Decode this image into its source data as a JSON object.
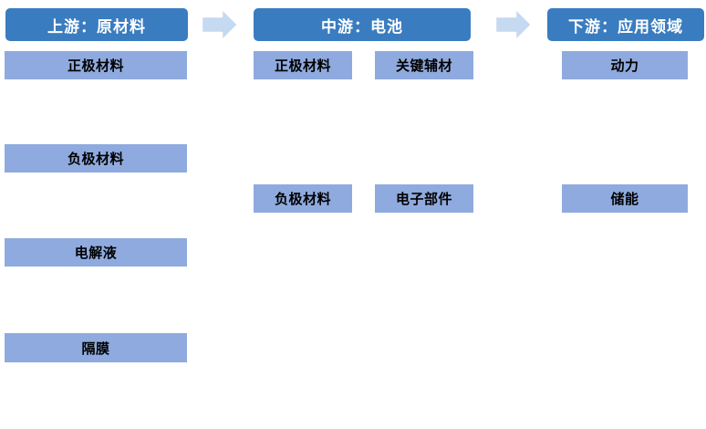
{
  "diagram": {
    "title_text": "",
    "colors": {
      "header_fill": "#3a7cc0",
      "header_text": "#ffffff",
      "box_fill": "#8faade",
      "box_text": "#000000",
      "arrow_fill": "#c5d9f1",
      "arrow_stroke": "#ffffff",
      "background": "#ffffff"
    },
    "stages": [
      {
        "id": "upstream",
        "header": "上游：原材料",
        "groups": [
          {
            "id": "upstream-col-1",
            "items": [
              {
                "label": "正极材料"
              },
              {
                "label": "负极材料"
              },
              {
                "label": "电解液"
              },
              {
                "label": "隔膜"
              }
            ]
          }
        ]
      },
      {
        "id": "midstream",
        "header": "中游：电池",
        "groups": [
          {
            "id": "midstream-col-1",
            "items": [
              {
                "label": "正极材料"
              },
              {
                "label": "负极材料"
              }
            ]
          },
          {
            "id": "midstream-col-2",
            "items": [
              {
                "label": "关键辅材"
              },
              {
                "label": "电子部件"
              }
            ]
          }
        ]
      },
      {
        "id": "downstream",
        "header": "下游：应用领域",
        "groups": [
          {
            "id": "downstream-col-1",
            "items": [
              {
                "label": "动力"
              },
              {
                "label": "储能"
              }
            ]
          }
        ]
      }
    ],
    "connectors": [
      {
        "id": "arrow-upstream-to-midstream",
        "name": "right-arrow-icon"
      },
      {
        "id": "arrow-midstream-to-downstream",
        "name": "right-arrow-icon"
      }
    ]
  }
}
